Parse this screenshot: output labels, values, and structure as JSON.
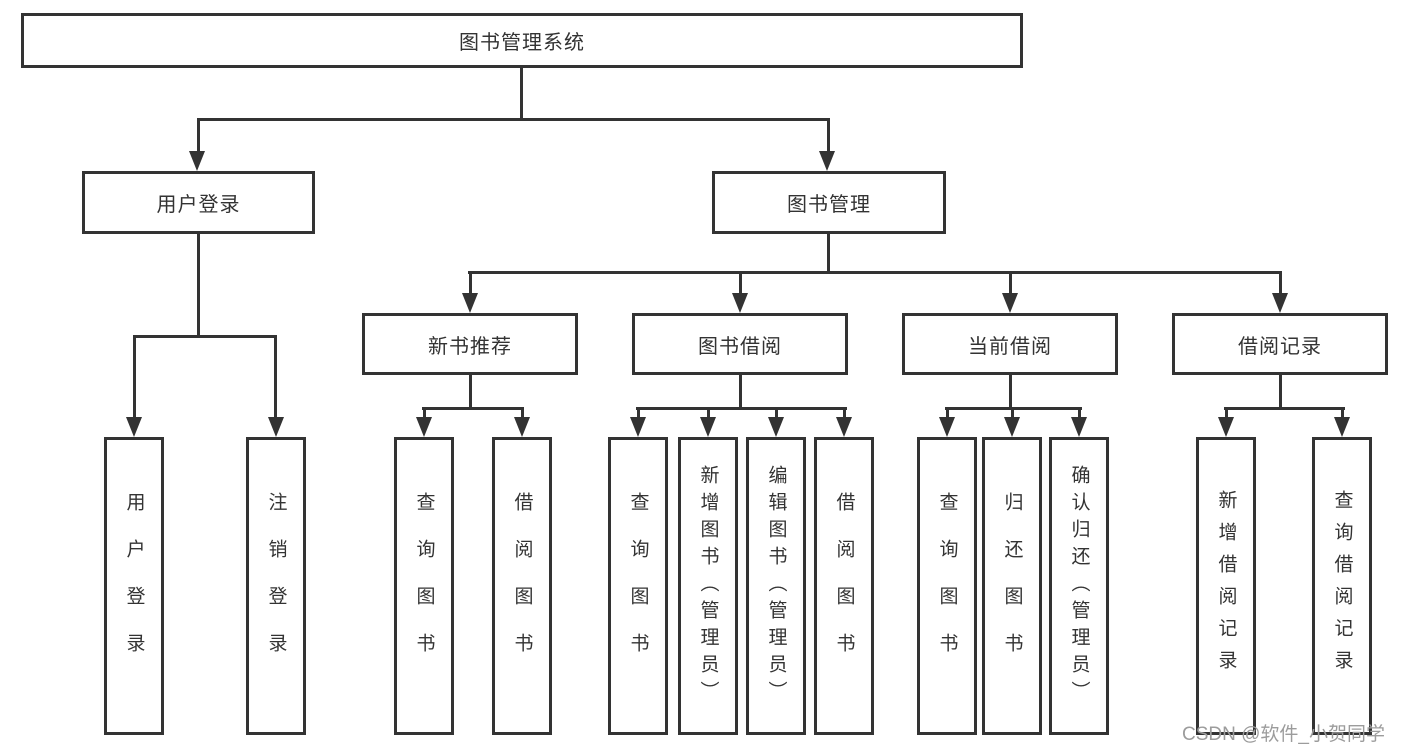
{
  "colors": {
    "line": "#333333",
    "text": "#333333",
    "box_bg": "#ffffff",
    "page_bg": "#ffffff",
    "watermark": "#9c9c9c"
  },
  "watermark": "CSDN @软件_小贺同学",
  "tree": {
    "root_label": "图书管理系统",
    "branches": [
      {
        "label": "用户登录",
        "leaves": [
          "用户登录",
          "注销登录"
        ]
      },
      {
        "label": "图书管理",
        "children": [
          {
            "label": "新书推荐",
            "leaves": [
              "查询图书",
              "借阅图书"
            ]
          },
          {
            "label": "图书借阅",
            "leaves": [
              "查询图书",
              "新增图书（管理员）",
              "编辑图书（管理员）",
              "借阅图书"
            ]
          },
          {
            "label": "当前借阅",
            "leaves": [
              "查询图书",
              "归还图书",
              "确认归还（管理员）"
            ]
          },
          {
            "label": "借阅记录",
            "leaves": [
              "新增借阅记录",
              "查询借阅记录"
            ]
          }
        ]
      }
    ]
  }
}
